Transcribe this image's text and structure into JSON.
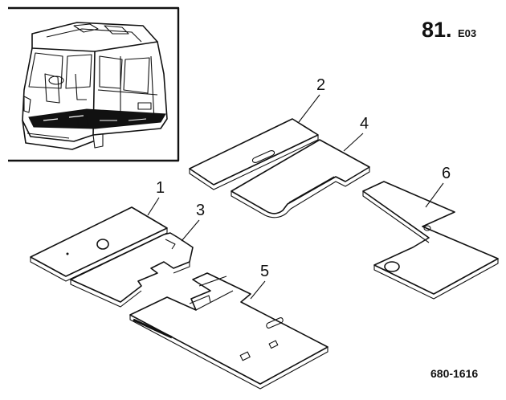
{
  "header": {
    "section_number": "81.",
    "section_suffix": "E03"
  },
  "parts": [
    {
      "label": "1"
    },
    {
      "label": "2"
    },
    {
      "label": "3"
    },
    {
      "label": "4"
    },
    {
      "label": "5"
    },
    {
      "label": "6"
    }
  ],
  "footer": {
    "reference_code": "680-1616"
  }
}
